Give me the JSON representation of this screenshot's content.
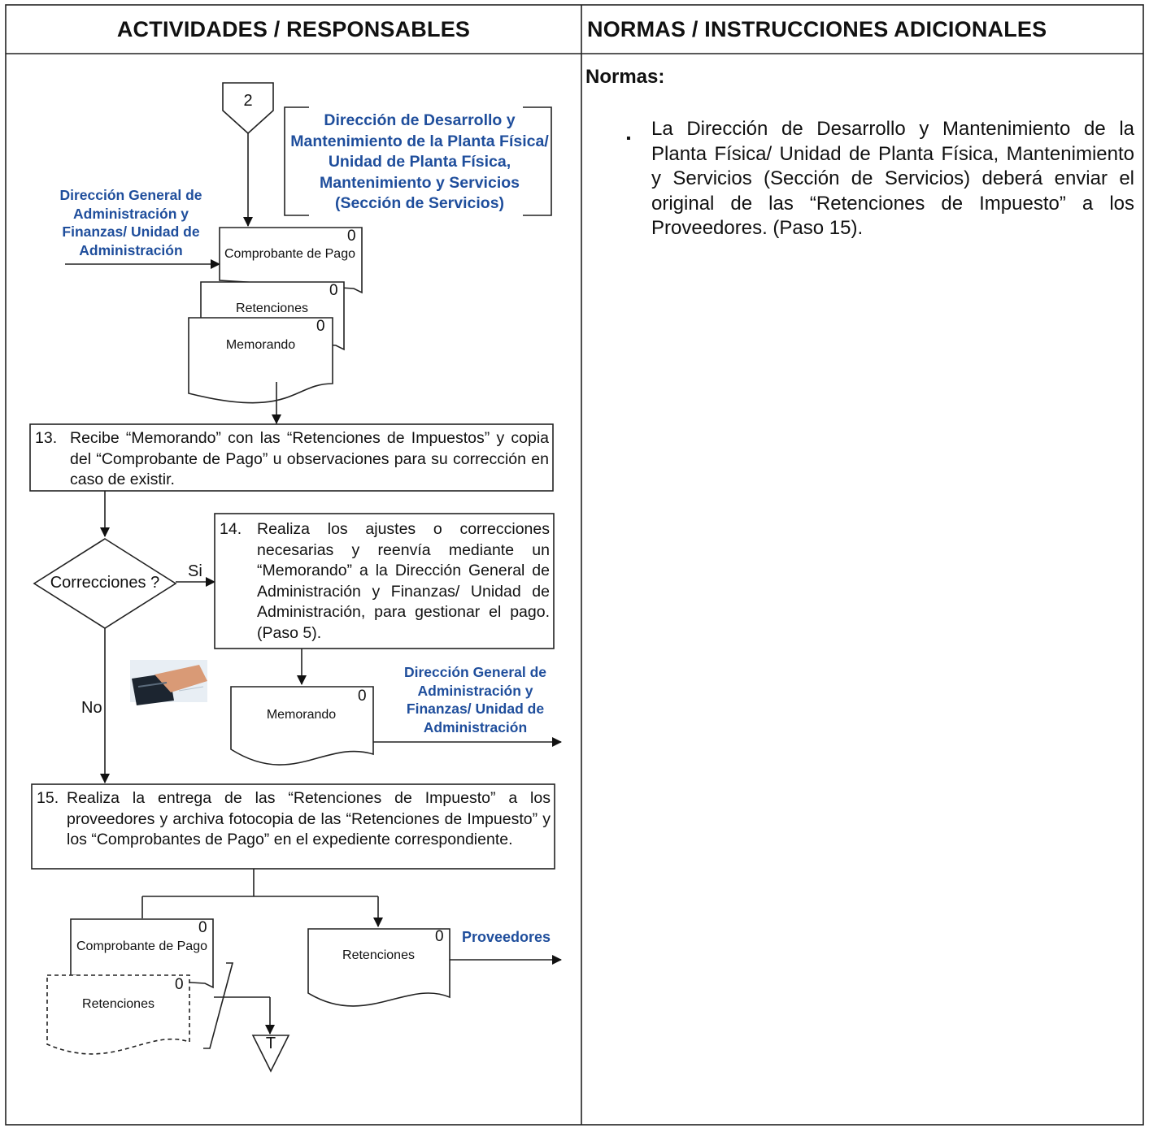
{
  "headers": {
    "left": "ACTIVIDADES / RESPONSABLES",
    "right": "NORMAS / INSTRUCCIONES ADICIONALES"
  },
  "connector_in": "2",
  "connector_end": "T",
  "responsables": {
    "planta_fisica": "Dirección de Desarrollo y Mantenimiento de la Planta Física/ Unidad de Planta Física, Mantenimiento y Servicios (Sección de Servicios)",
    "admin_in": "Dirección General de Administración y Finanzas/ Unidad de Administración",
    "admin_out": "Dirección General de Administración y Finanzas/ Unidad de Administración",
    "proveedores": "Proveedores"
  },
  "documents": {
    "comprobante_pago": "Comprobante de Pago",
    "retenciones": "Retenciones",
    "memorando": "Memorando",
    "copy_count": "0"
  },
  "steps": {
    "s13_num": "13.",
    "s13": "Recibe “Memorando” con las “Retenciones de Impuestos” y copia del “Comprobante de Pago” u observaciones para su corrección en caso de existir.",
    "s14_num": "14.",
    "s14": "Realiza los ajustes o correcciones necesarias y reenvía mediante un “Memorando” a la Dirección General de Administración y Finanzas/ Unidad de Administración, para gestionar el pago. (Paso 5).",
    "s15_num": "15.",
    "s15": "Realiza la entrega de las “Retenciones de Impuesto” a los proveedores y archiva fotocopia de las “Retenciones de Impuesto” y los “Comprobantes de Pago” en el expediente correspondiente."
  },
  "decision": {
    "label": "Correcciones ?",
    "yes": "Si",
    "no": "No"
  },
  "normas": {
    "title": "Normas:",
    "items": [
      "La Dirección de Desarrollo y Mantenimiento de la Planta Física/ Unidad de Planta Física, Mantenimiento y Servicios (Sección de Servicios) deberá enviar el original de las “Retenciones de Impuesto” a los Proveedores. (Paso 15)."
    ]
  }
}
